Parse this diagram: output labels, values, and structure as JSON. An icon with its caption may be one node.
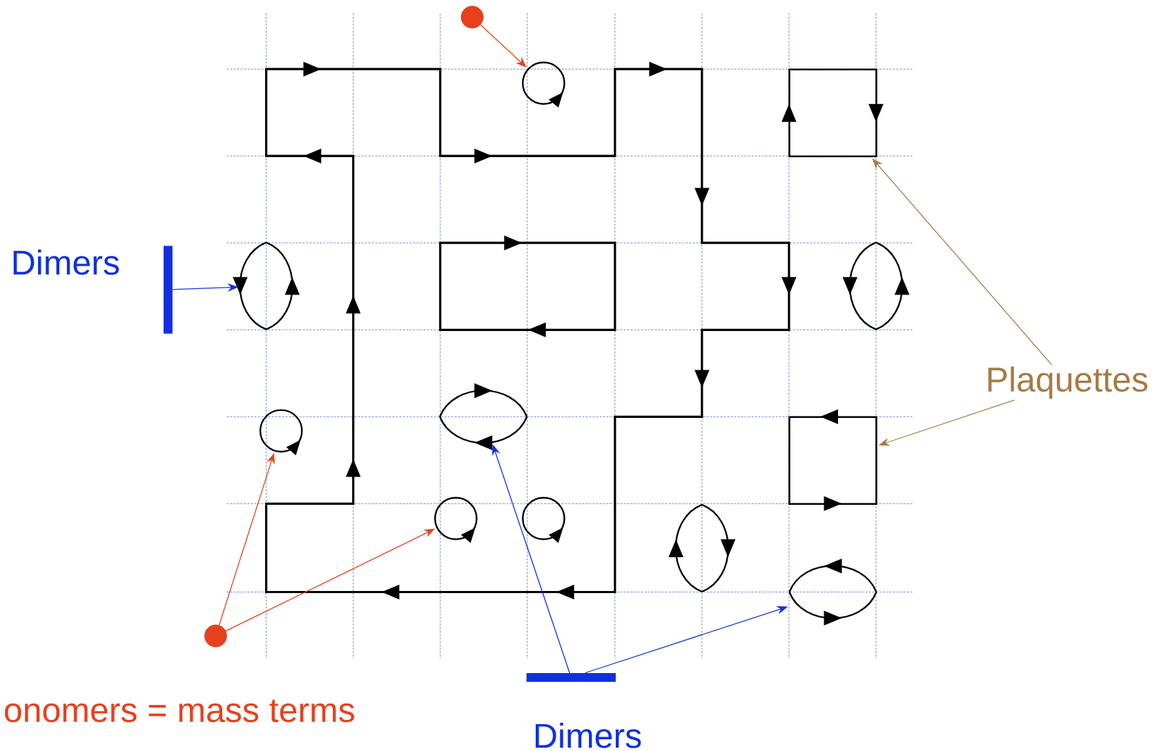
{
  "diagram": {
    "nodes": [
      {
        "text": [],
        "shape": "dot"
      },
      {
        "text": [],
        "shape": "circle"
      },
      {
        "text": [],
        "shape": "box"
      },
      {
        "text": [],
        "shape": "bar"
      },
      {
        "text": [],
        "shape": "ellipse"
      },
      {
        "text": [],
        "shape": "ellipse"
      },
      {
        "text": [
          "Plaquettes"
        ]
      },
      {
        "text": [],
        "shape": "circle"
      },
      {
        "text": [],
        "shape": "ellipse"
      },
      {
        "text": [],
        "shape": "box"
      },
      {
        "text": [],
        "shape": "circle"
      },
      {
        "text": [],
        "shape": "circle"
      },
      {
        "text": [],
        "shape": "ellipse"
      },
      {
        "text": [],
        "shape": "ellipse"
      },
      {
        "text": [],
        "shape": "dot"
      },
      {
        "text": [],
        "shape": "bar"
      }
    ],
    "edges": [
      {
        "from": 3,
        "to": 4,
        "arrow": "to",
        "color": "#1030e0"
      },
      {
        "from": 0,
        "to": 1,
        "arrow": "to",
        "color": "#e8401c"
      },
      {
        "from": 6,
        "to": 2,
        "arrow": "to",
        "color": "#a87a45"
      },
      {
        "from": 6,
        "to": 9,
        "arrow": "to",
        "color": "#a87a45"
      },
      {
        "from": 14,
        "to": 7,
        "arrow": "to",
        "color": "#e8401c"
      },
      {
        "from": 14,
        "to": 10,
        "arrow": "to",
        "color": "#e8401c"
      },
      {
        "from": 15,
        "to": 8,
        "arrow": "to",
        "color": "#1030e0"
      },
      {
        "from": 15,
        "to": 13,
        "arrow": "to",
        "color": "#1030e0"
      }
    ],
    "labels": [
      "Dimers",
      "onomers = mass terms",
      "Dimers"
    ]
  }
}
